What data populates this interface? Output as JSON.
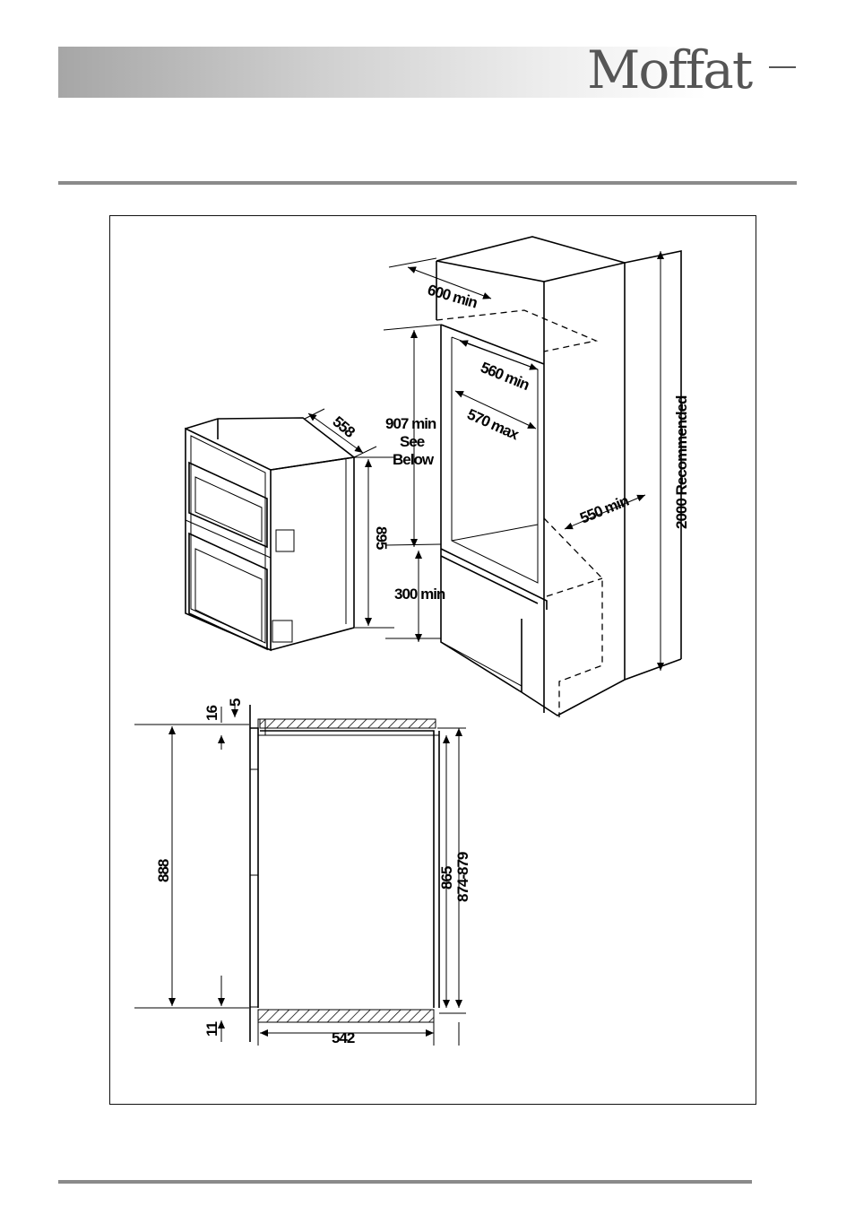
{
  "header": {
    "brand": "Moffat"
  },
  "diagram": {
    "labels": {
      "width_600": "600 min",
      "width_560": "560 min",
      "width_570": "570 max",
      "depth_558": "558",
      "height_907_l1": "907 min",
      "height_907_l2": "See",
      "height_907_l3": "Below",
      "height_895": "895",
      "height_300": "300 min",
      "depth_550": "550 min",
      "height_2000": "2000 Recommended",
      "dim_16": "16",
      "dim_5": "5",
      "dim_888": "888",
      "dim_11": "11",
      "dim_542": "542",
      "dim_865": "865",
      "dim_874_879": "874-879"
    }
  }
}
